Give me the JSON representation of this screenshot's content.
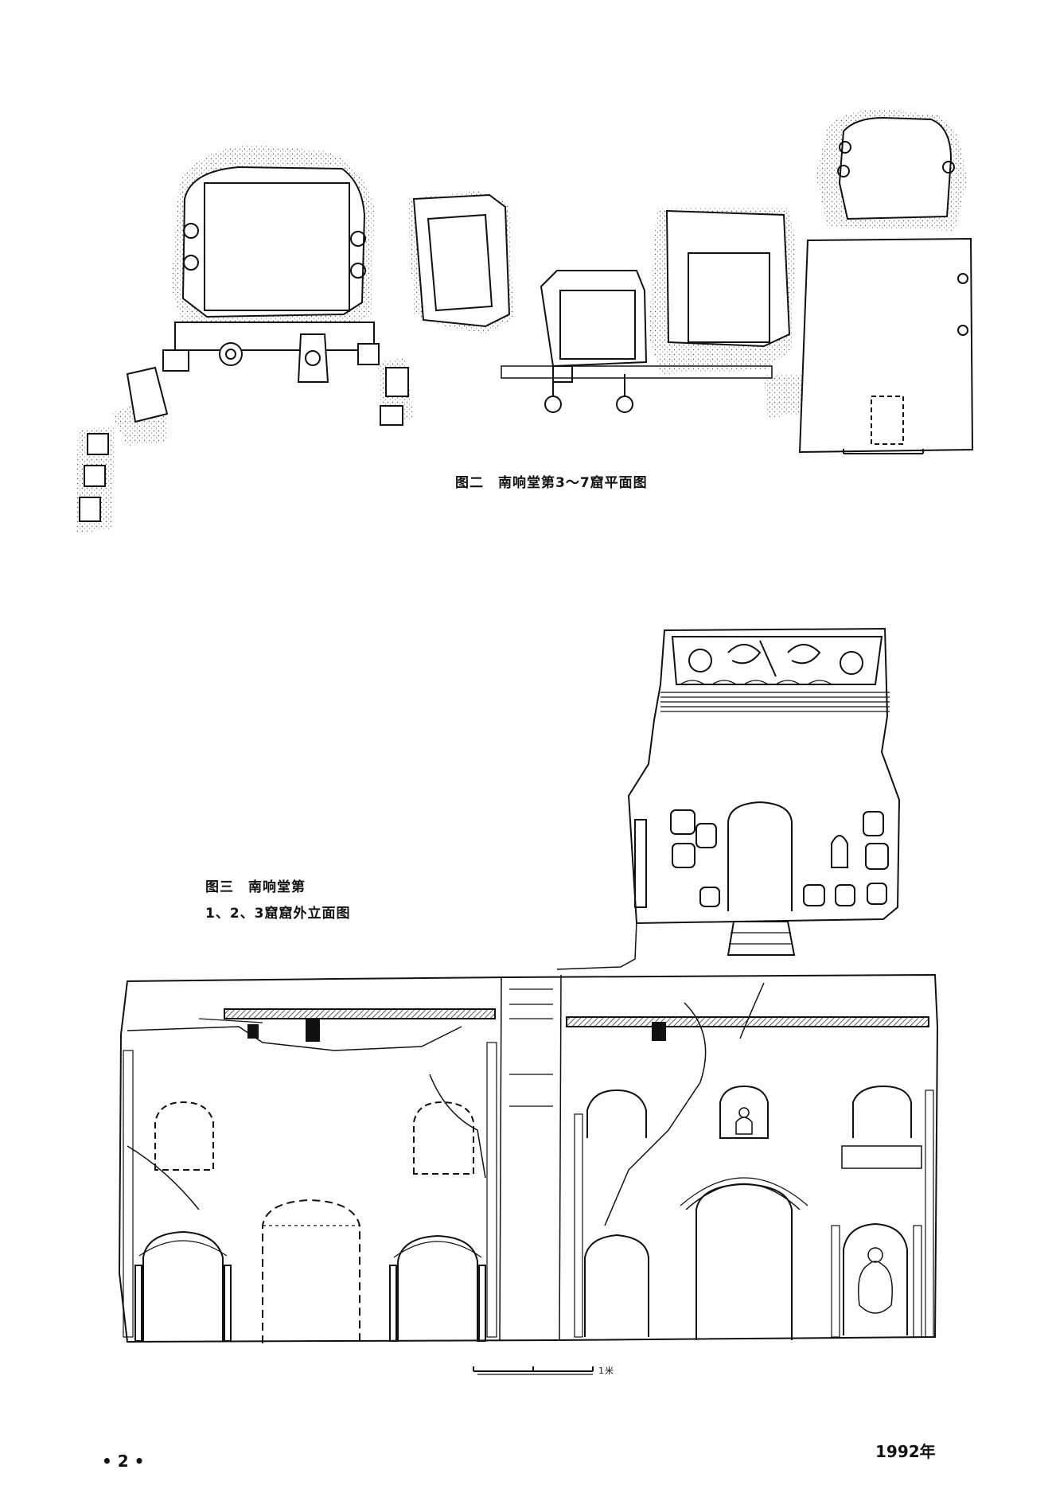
{
  "figure2": {
    "caption": "图二　南响堂第3～7窟平面图"
  },
  "figure3": {
    "caption_line1": "图三　南响堂第",
    "caption_line2": "1、2、3窟窟外立面图",
    "scale_label": "1米"
  },
  "footer": {
    "page_number": "• 2 •",
    "year": "1992年"
  }
}
